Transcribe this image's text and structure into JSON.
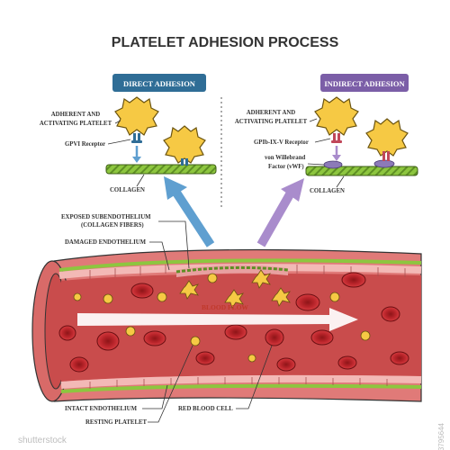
{
  "title": "PLATELET ADHESION PROCESS",
  "panels": {
    "direct": {
      "badge": "DIRECT ADHESION",
      "label_platelet_line1": "ADHERENT AND",
      "label_platelet_line2": "ACTIVATING PLATELET",
      "label_receptor": "GPVI Receptor",
      "label_collagen": "COLLAGEN"
    },
    "indirect": {
      "badge": "INDIRECT ADHESION",
      "label_platelet_line1": "ADHERENT AND",
      "label_platelet_line2": "ACTIVATING PLATELET",
      "label_receptor": "GPIb-IX-V Receptor",
      "label_vwf_line1": "von Willebrand",
      "label_vwf_line2": "Factor (vWF)",
      "label_collagen": "COLLAGEN"
    }
  },
  "vessel": {
    "label_subendo_line1": "EXPOSED SUBENDOTHELIUM",
    "label_subendo_line2": "(COLLAGEN FIBERS)",
    "label_damaged": "DAMAGED ENDOTHELIUM",
    "label_flow": "BLOOD FLOW",
    "label_intact": "INTACT ENDOTHELIUM",
    "label_resting": "RESTING PLATELET",
    "label_rbc": "RED BLOOD CELL"
  },
  "watermark": {
    "brand": "shutterstock",
    "image_id": "1853795644"
  },
  "colors": {
    "direct_badge": "#2f6d96",
    "indirect_badge": "#7b5ea7",
    "blue_arrow": "#5f9fd0",
    "purple_arrow": "#a98ccc",
    "platelet": "#f6c944",
    "collagen": "#8dc63f",
    "vessel_wall": "#e07a78",
    "lumen": "#c94c4c",
    "rbc": "#c0282d"
  }
}
